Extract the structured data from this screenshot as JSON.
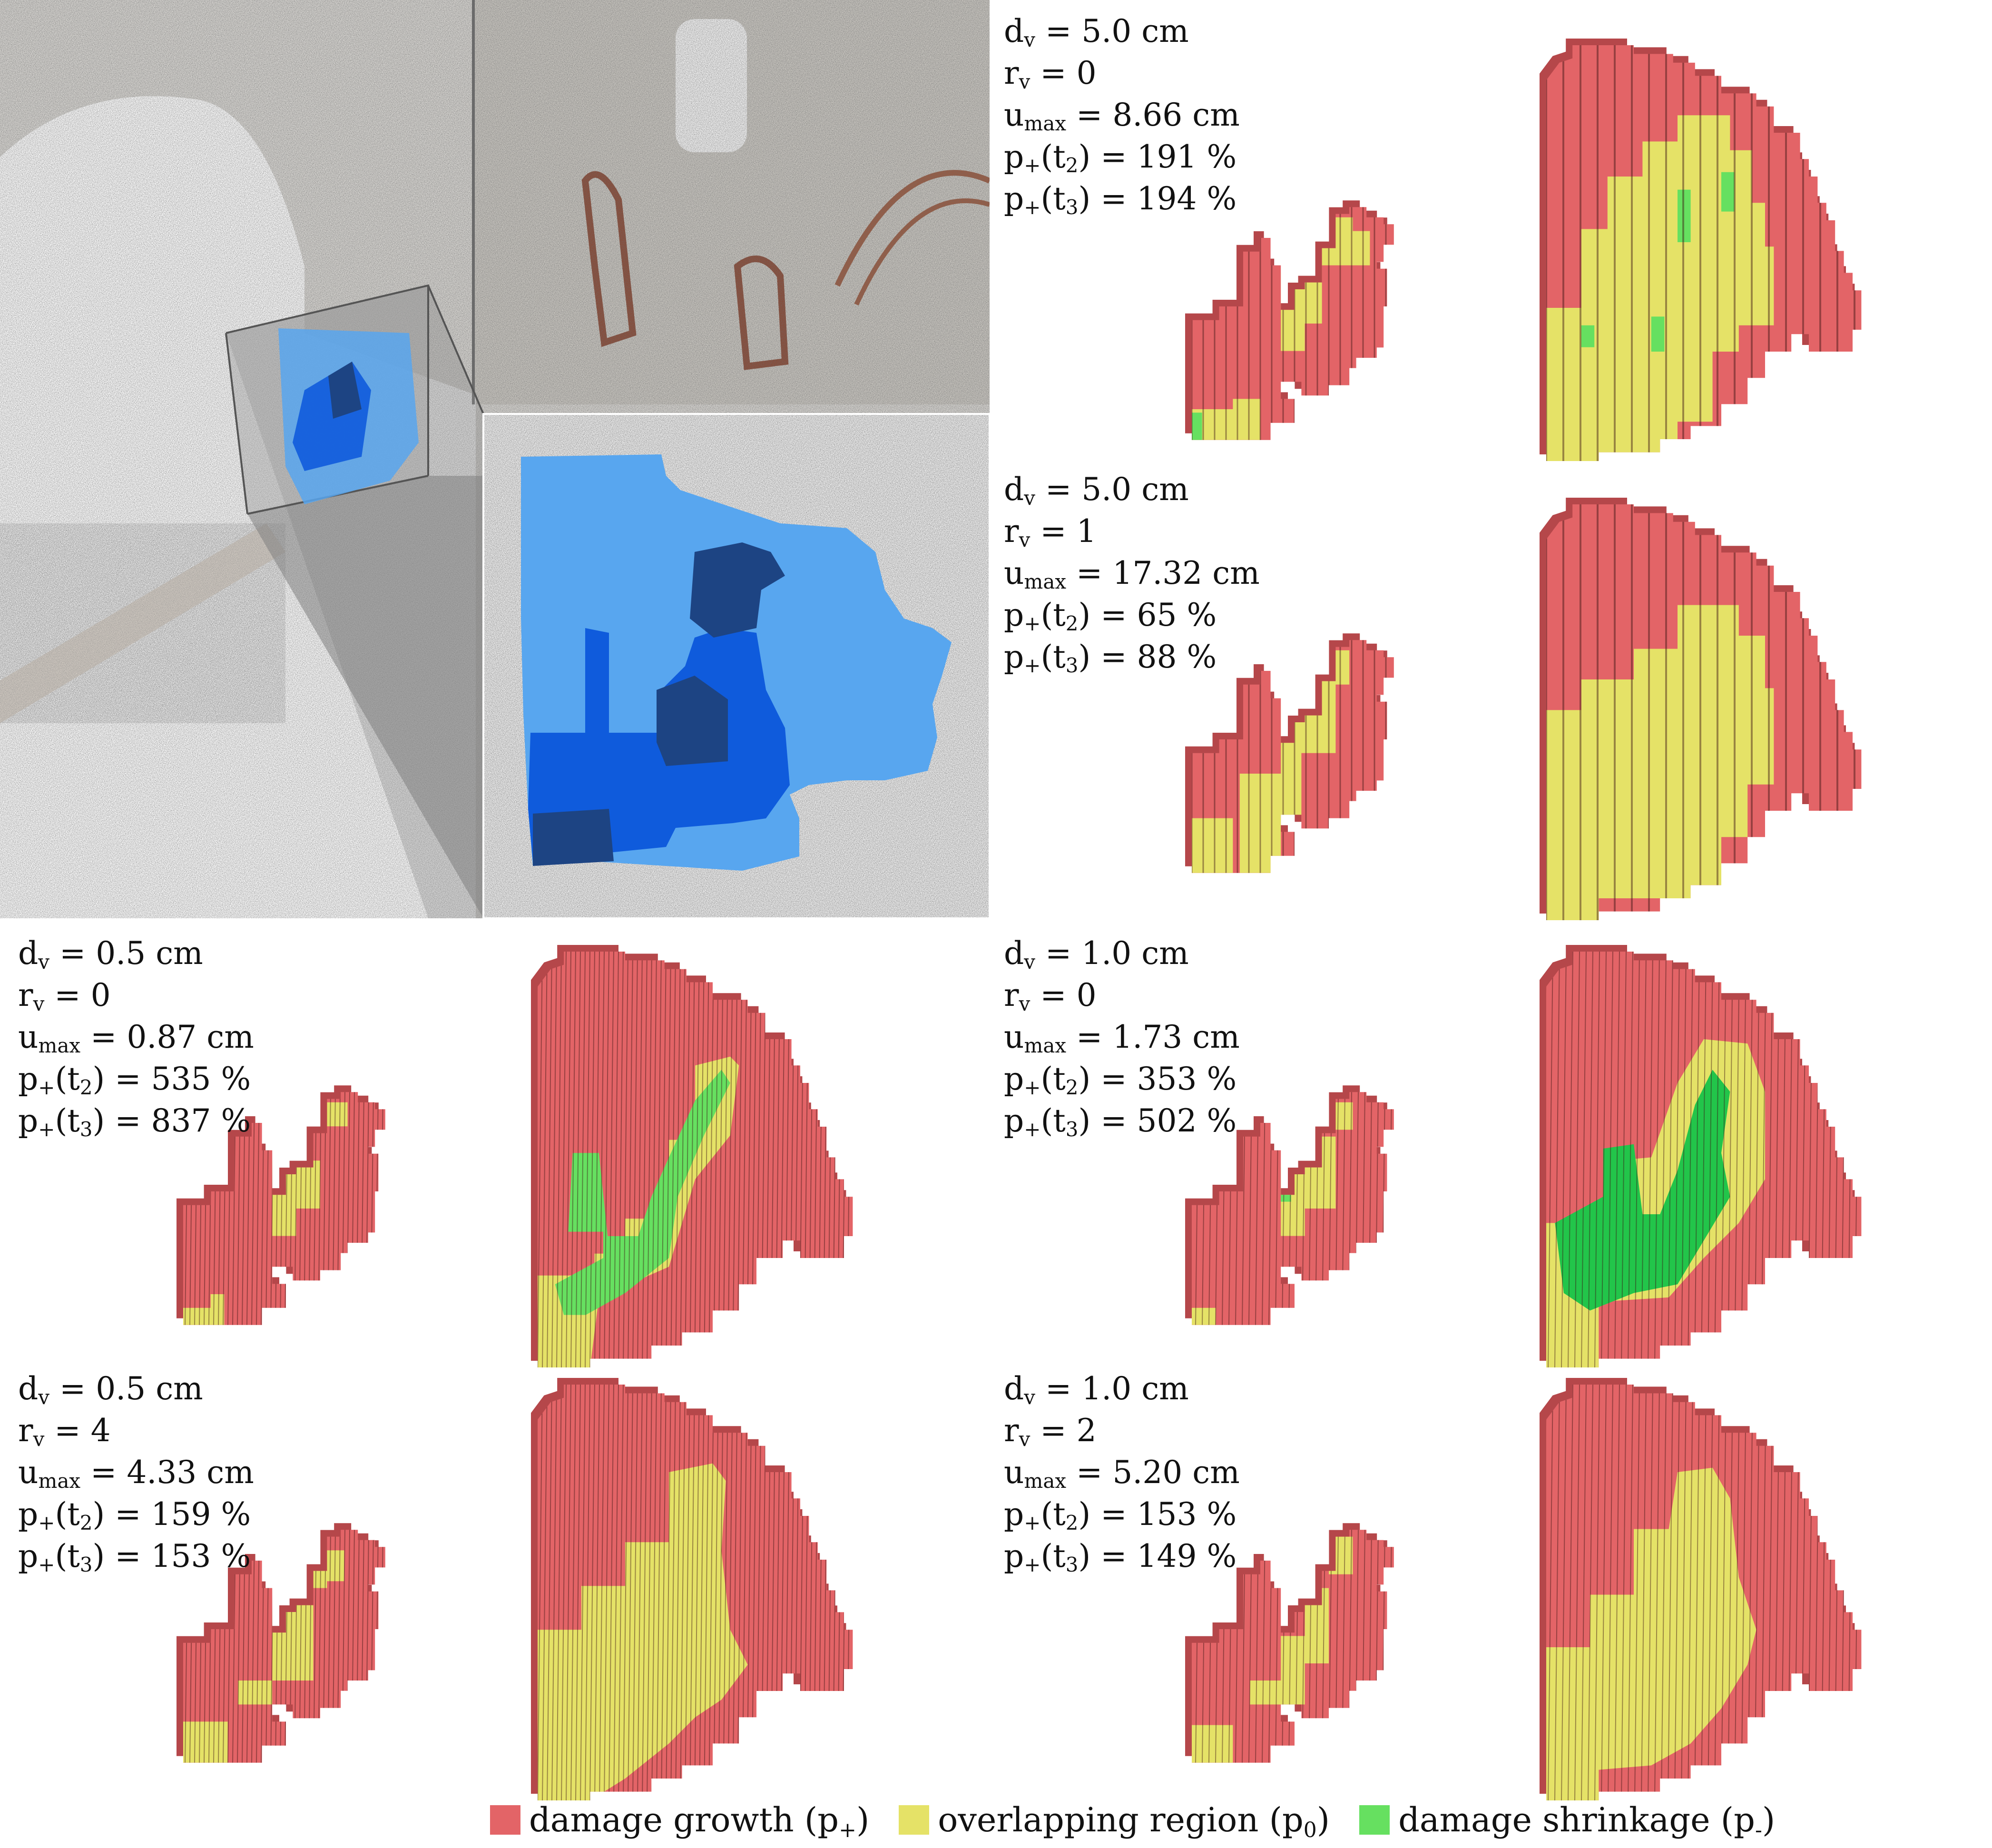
{
  "colors": {
    "damage_growth": "#e36467",
    "overlapping_region": "#e5e267",
    "damage_shrinkage": "#66e060",
    "shrinkage_dark": "#22c54a",
    "region_light_blue": "#58a6ef",
    "region_mid_blue": "#0f5bdc",
    "region_dark_blue": "#1d4483"
  },
  "photo": {
    "description_icon": "point-cloud-photo",
    "inset_icon": "zoomed-inset-photo"
  },
  "panels": [
    {
      "id": "a",
      "dv": "5.0 cm",
      "rv": "0",
      "umax": "8.66 cm",
      "p_t2": "191 %",
      "p_t3": "194 %"
    },
    {
      "id": "b",
      "dv": "5.0 cm",
      "rv": "1",
      "umax": "17.32 cm",
      "p_t2": "65 %",
      "p_t3": "88 %"
    },
    {
      "id": "c",
      "dv": "0.5 cm",
      "rv": "0",
      "umax": "0.87 cm",
      "p_t2": "535 %",
      "p_t3": "837 %"
    },
    {
      "id": "d",
      "dv": "1.0 cm",
      "rv": "0",
      "umax": "1.73 cm",
      "p_t2": "353 %",
      "p_t3": "502 %"
    },
    {
      "id": "e",
      "dv": "0.5 cm",
      "rv": "4",
      "umax": "4.33 cm",
      "p_t2": "159 %",
      "p_t3": "153 %"
    },
    {
      "id": "f",
      "dv": "1.0 cm",
      "rv": "2",
      "umax": "5.20 cm",
      "p_t2": "153 %",
      "p_t3": "149 %"
    }
  ],
  "legend": [
    {
      "label": "damage growth (p",
      "sub": "+",
      "close": ")",
      "color": "#e36467"
    },
    {
      "label": "overlapping region (p",
      "sub": "0",
      "close": ")",
      "color": "#e5e267"
    },
    {
      "label": "damage shrinkage (p",
      "sub": "-",
      "close": ")",
      "color": "#66e060"
    }
  ]
}
